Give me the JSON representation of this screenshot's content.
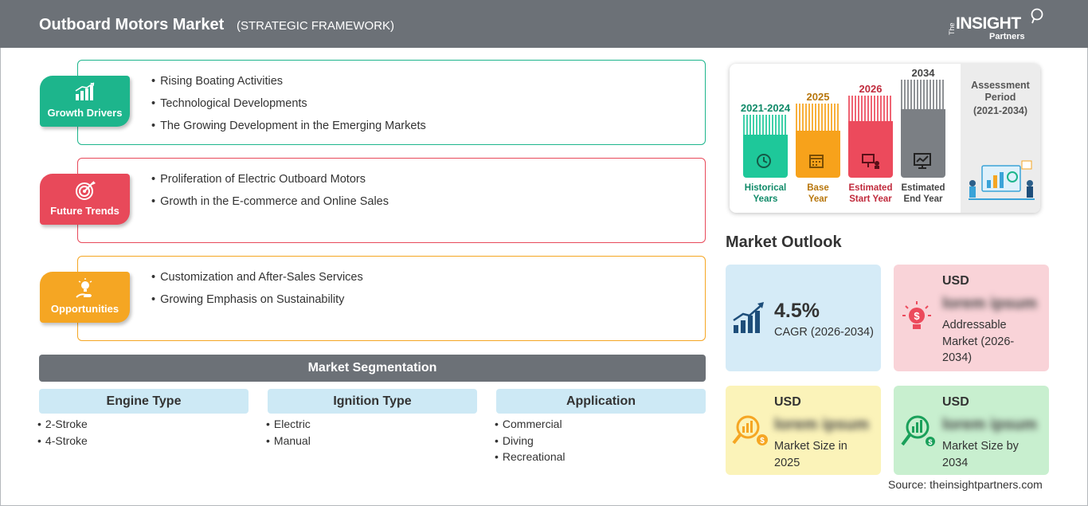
{
  "header": {
    "title": "Outboard Motors Market",
    "subtitle": "(STRATEGIC FRAMEWORK)",
    "logo": {
      "prefix": "The",
      "name": "INSIGHT",
      "suffix": "Partners"
    }
  },
  "framework": {
    "drivers": {
      "label": "Growth Drivers",
      "color": "#1db58c",
      "icon": "bar-growth-icon",
      "items": [
        "Rising Boating Activities",
        "Technological Developments",
        "The Growing Development in the Emerging Markets"
      ]
    },
    "trends": {
      "label": "Future Trends",
      "color": "#e8495a",
      "icon": "target-icon",
      "items": [
        "Proliferation of Electric Outboard Motors",
        "Growth in the E-commerce and Online Sales"
      ]
    },
    "opportunities": {
      "label": "Opportunities",
      "color": "#f5a623",
      "icon": "lightbulb-hand-icon",
      "items": [
        "Customization and After-Sales Services",
        "Growing Emphasis on Sustainability"
      ]
    }
  },
  "segmentation": {
    "title": "Market Segmentation",
    "columns": [
      {
        "heading": "Engine Type",
        "items": [
          "2-Stroke",
          "4-Stroke"
        ]
      },
      {
        "heading": "Ignition Type",
        "items": [
          "Electric",
          "Manual"
        ]
      },
      {
        "heading": "Application",
        "items": [
          "Commercial",
          "Diving",
          "Recreational"
        ]
      }
    ]
  },
  "timeline": {
    "columns": [
      {
        "year": "2021-2024",
        "caption_1": "Historical",
        "caption_2": "Years",
        "color": "#1ec89a",
        "text_color": "#0f8a68",
        "icon": "history-icon"
      },
      {
        "year": "2025",
        "caption_1": "Base",
        "caption_2": "Year",
        "color": "#f7a21b",
        "text_color": "#b7760c",
        "icon": "calendar-icon"
      },
      {
        "year": "2026",
        "caption_1": "Estimated",
        "caption_2": "Start Year",
        "color": "#ec4a5c",
        "text_color": "#c02a3c",
        "icon": "presentation-icon"
      },
      {
        "year": "2034",
        "caption_1": "Estimated",
        "caption_2": "End Year",
        "color": "#7b7f84",
        "text_color": "#444444",
        "icon": "monitor-chart-icon"
      }
    ],
    "assessment_title_1": "Assessment",
    "assessment_title_2": "Period",
    "assessment_range": "(2021-2034)"
  },
  "outlook": {
    "title": "Market Outlook",
    "cagr": {
      "value": "4.5%",
      "label": "CAGR (2026-2034)",
      "bg": "#d5ebf7",
      "icon": "growth-chart-icon"
    },
    "addressable": {
      "currency": "USD",
      "value": "lorem ipsum",
      "label_1": "Addressable",
      "label_2": "Market (2026-",
      "label_3": "2034)",
      "bg": "#f9d3d8",
      "icon": "dollar-bulb-icon"
    },
    "size_2025": {
      "currency": "USD",
      "value": "lorem ipsum",
      "label_1": "Market Size in",
      "label_2": "2025",
      "bg": "#fbf3b9",
      "icon": "magnifier-chart-icon"
    },
    "size_2034": {
      "currency": "USD",
      "value": "lorem ipsum",
      "label_1": "Market Size by",
      "label_2": "2034",
      "bg": "#c8efcf",
      "icon": "magnifier-dollar-icon"
    }
  },
  "source": "Source: theinsightpartners.com"
}
